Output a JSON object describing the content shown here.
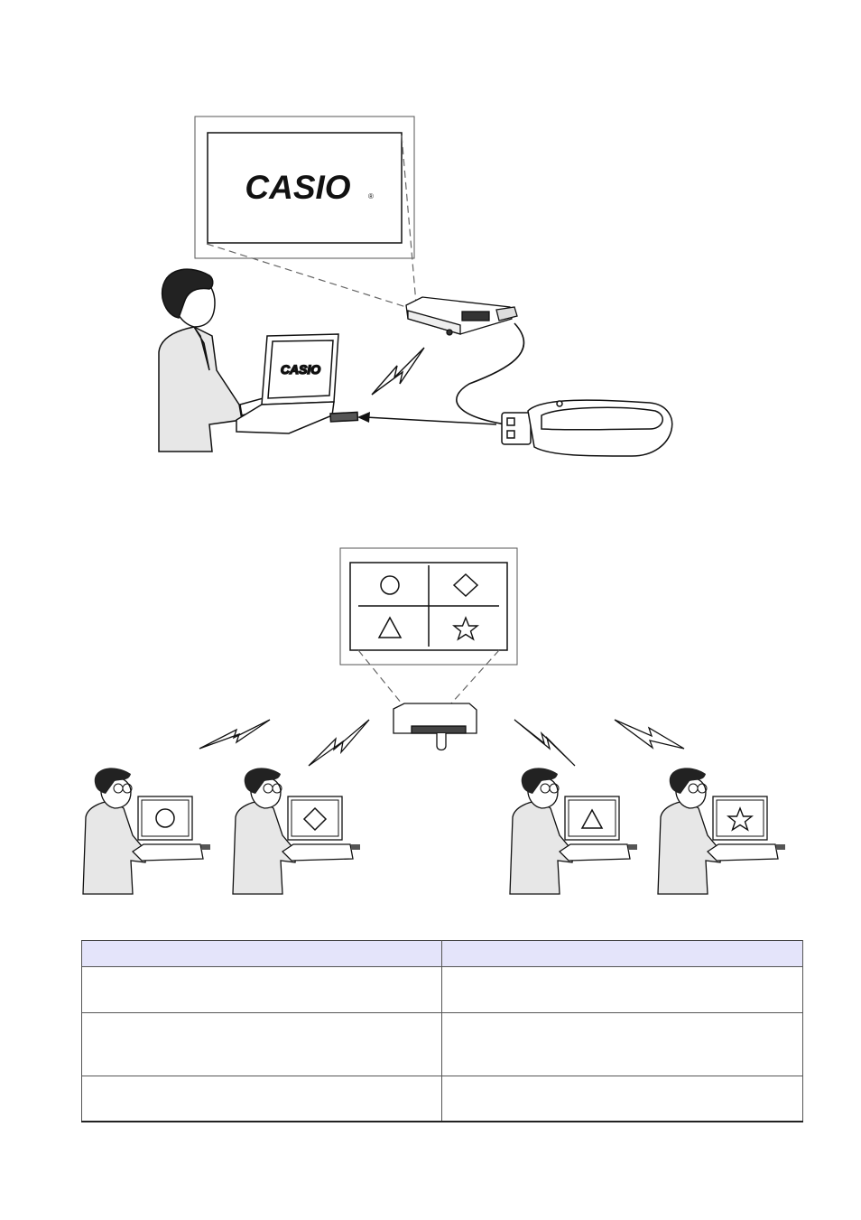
{
  "figure1": {
    "screen_logo": "CASIO",
    "screen_logo_mark": "®",
    "laptop_logo": "CASIO",
    "laptop_logo_mark": "."
  },
  "figure2": {
    "screen_symbols": [
      "circle",
      "diamond",
      "triangle",
      "star"
    ],
    "laptop_symbols": [
      "circle",
      "diamond",
      "triangle",
      "star"
    ]
  },
  "table": {
    "headers": [
      "",
      ""
    ],
    "rows": [
      [
        "",
        ""
      ],
      [
        "",
        ""
      ],
      [
        "",
        ""
      ]
    ]
  },
  "colors": {
    "table_header_bg": "#e4e4fa",
    "line": "#222222"
  }
}
